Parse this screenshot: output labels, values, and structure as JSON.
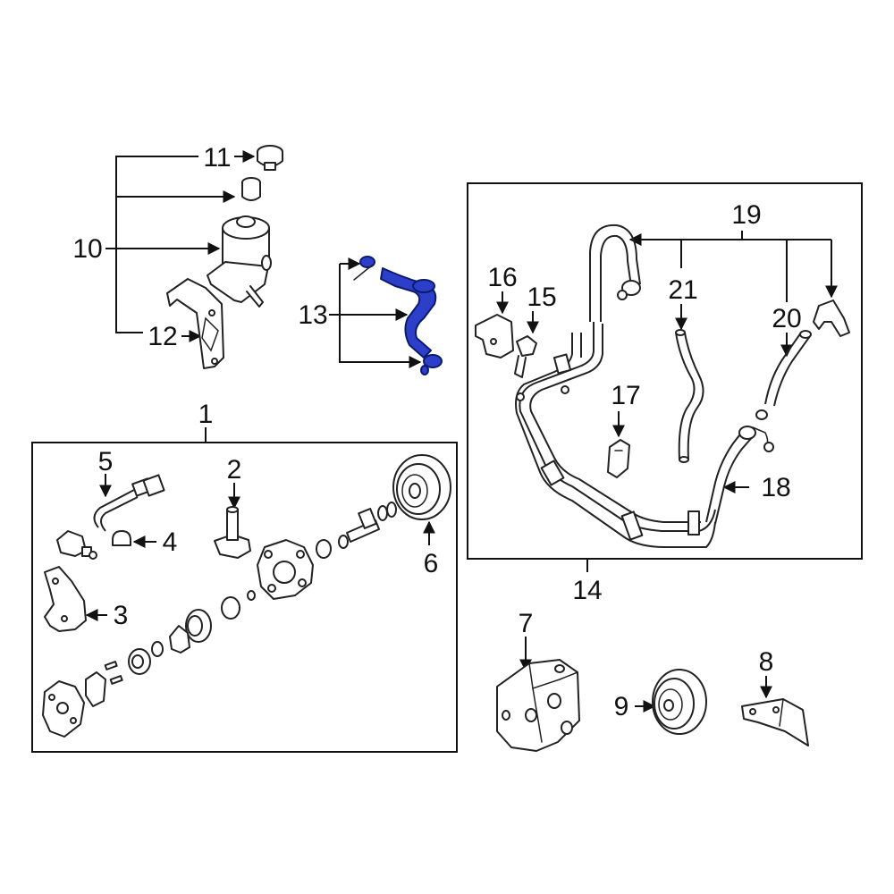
{
  "diagram": {
    "callouts": {
      "c1": "1",
      "c2": "2",
      "c3": "3",
      "c4": "4",
      "c5": "5",
      "c6": "6",
      "c7": "7",
      "c8": "8",
      "c9": "9",
      "c10": "10",
      "c11": "11",
      "c12": "12",
      "c13": "13",
      "c14": "14",
      "c15": "15",
      "c16": "16",
      "c17": "17",
      "c18": "18",
      "c19": "19",
      "c20": "20",
      "c21": "21"
    },
    "colors": {
      "highlight": "#2d3fc9",
      "line": "#111111",
      "background": "#ffffff"
    }
  }
}
